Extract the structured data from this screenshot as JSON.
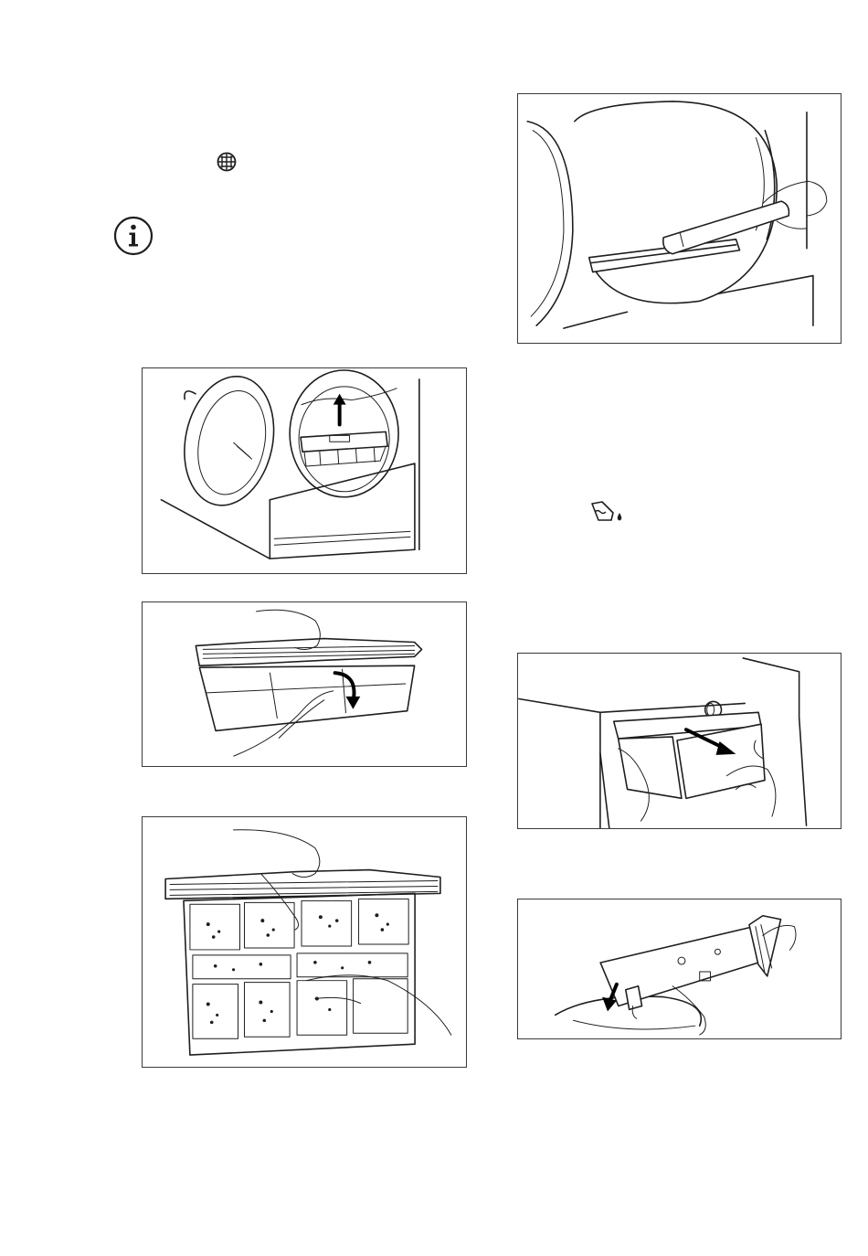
{
  "icons": {
    "filter_symbol": "filter-grid-icon",
    "info_symbol": "info-circle-icon",
    "tank_symbol": "water-container-icon"
  },
  "figures": [
    {
      "id": "fig1",
      "depicts": "lift-filter-out-of-door-opening"
    },
    {
      "id": "fig2",
      "depicts": "open-filter-halves"
    },
    {
      "id": "fig3",
      "depicts": "opened-filter-with-lint"
    },
    {
      "id": "fig4",
      "depicts": "vacuum-filter-slot"
    },
    {
      "id": "fig5",
      "depicts": "pull-out-water-container"
    },
    {
      "id": "fig6",
      "depicts": "empty-water-container"
    }
  ],
  "colors": {
    "line": "#1e1e1e",
    "border": "#3a3a3a",
    "background": "#ffffff"
  }
}
